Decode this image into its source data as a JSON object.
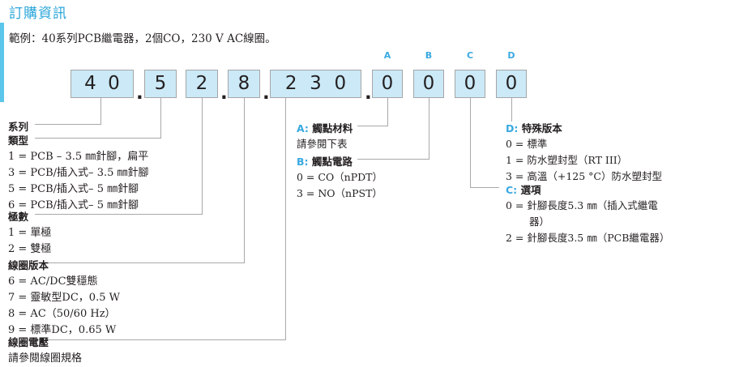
{
  "header": {
    "title": "訂購資訊",
    "subtitle": "範例：40系列PCB繼電器，2個CO，230 V AC線圈。",
    "accent_color": "#5bc6ea",
    "title_color": "#2ba6da"
  },
  "code": {
    "box_fill": "#cbe9f7",
    "box_border": "#a6a6a6",
    "groups": [
      {
        "id": "series",
        "digits": [
          "4",
          "0"
        ]
      },
      {
        "id": "type",
        "digits": [
          "5"
        ]
      },
      {
        "id": "poles",
        "digits": [
          "2"
        ]
      },
      {
        "id": "coil-version",
        "digits": [
          "8"
        ]
      },
      {
        "id": "coil-voltage",
        "digits": [
          "2",
          "3",
          "0"
        ]
      },
      {
        "id": "contact-material",
        "digits": [
          "0"
        ]
      },
      {
        "id": "contact-circuit",
        "digits": [
          "0"
        ]
      },
      {
        "id": "option",
        "digits": [
          "0"
        ]
      },
      {
        "id": "special",
        "digits": [
          "0"
        ]
      }
    ],
    "separators": [
      ".",
      ".",
      ".",
      ".",
      "."
    ],
    "column_letters": [
      "A",
      "B",
      "C",
      "D"
    ],
    "column_letter_color": "#3aa9e0"
  },
  "legend_left": [
    {
      "heading": "系列",
      "items": []
    },
    {
      "heading": "類型",
      "items": [
        "1 = PCB – 3.5 ㎜針腳，扁平",
        "3 = PCB/插入式– 3.5 ㎜針腳",
        "5 = PCB/插入式– 5 ㎜針腳",
        "6 = PCB/插入式– 5 ㎜針腳"
      ]
    },
    {
      "heading": "極數",
      "items": [
        "1 = 單極",
        "2 = 雙極"
      ]
    },
    {
      "heading": "線圈版本",
      "items": [
        "6 = AC/DC雙穩態",
        "7 = 靈敏型DC，0.5 W",
        "8 = AC（50/60 Hz）",
        "9 = 標準DC，0.65 W"
      ]
    },
    {
      "heading": "線圈電壓",
      "items": [
        "請參閱線圈規格"
      ]
    }
  ],
  "legend_middle": [
    {
      "key": "A:",
      "heading": "觸點材料",
      "items": [
        "請參閱下表"
      ]
    },
    {
      "key": "B:",
      "heading": "觸點電路",
      "items": [
        "0 = CO（nPDT）",
        "3 = NO（nPST）"
      ]
    }
  ],
  "legend_right": [
    {
      "key": "D:",
      "heading": "特殊版本",
      "items": [
        "0 = 標準",
        "1 = 防水塑封型（RT III）",
        "3 = 高溫（+125 °C）防水塑封型"
      ]
    },
    {
      "key": "C:",
      "heading": "選項",
      "items": [
        "0 = 針腳長度5.3 ㎜（插入式繼電",
        "器）",
        "2 = 針腳長度3.5 ㎜（PCB繼電器）"
      ]
    }
  ]
}
